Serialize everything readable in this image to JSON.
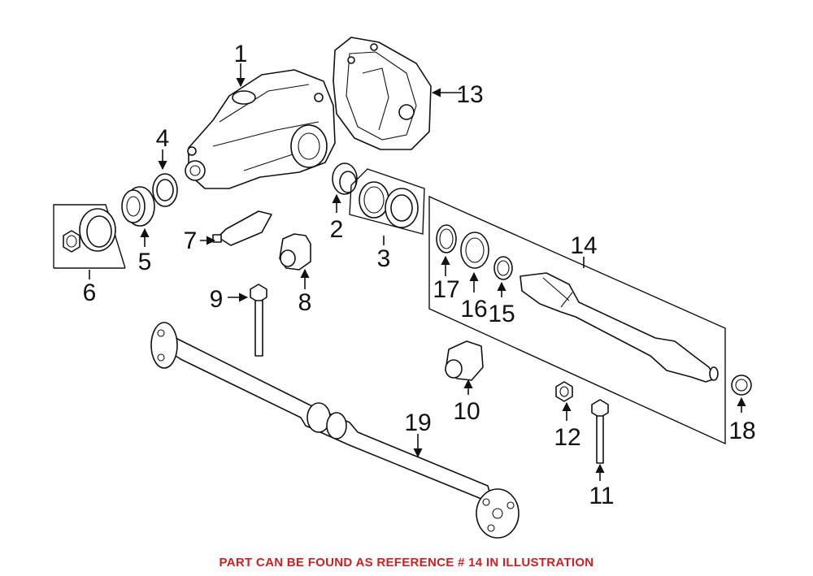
{
  "diagram": {
    "callouts": {
      "c1": "1",
      "c2": "2",
      "c3": "3",
      "c4": "4",
      "c5": "5",
      "c6": "6",
      "c7": "7",
      "c8": "8",
      "c9": "9",
      "c10": "10",
      "c11": "11",
      "c12": "12",
      "c13": "13",
      "c14": "14",
      "c15": "15",
      "c16": "16",
      "c17": "17",
      "c18": "18",
      "c19": "19"
    }
  },
  "footer": {
    "note": "PART CAN BE FOUND AS REFERENCE # 14 IN ILLUSTRATION",
    "note_color": "#d21e1e"
  }
}
